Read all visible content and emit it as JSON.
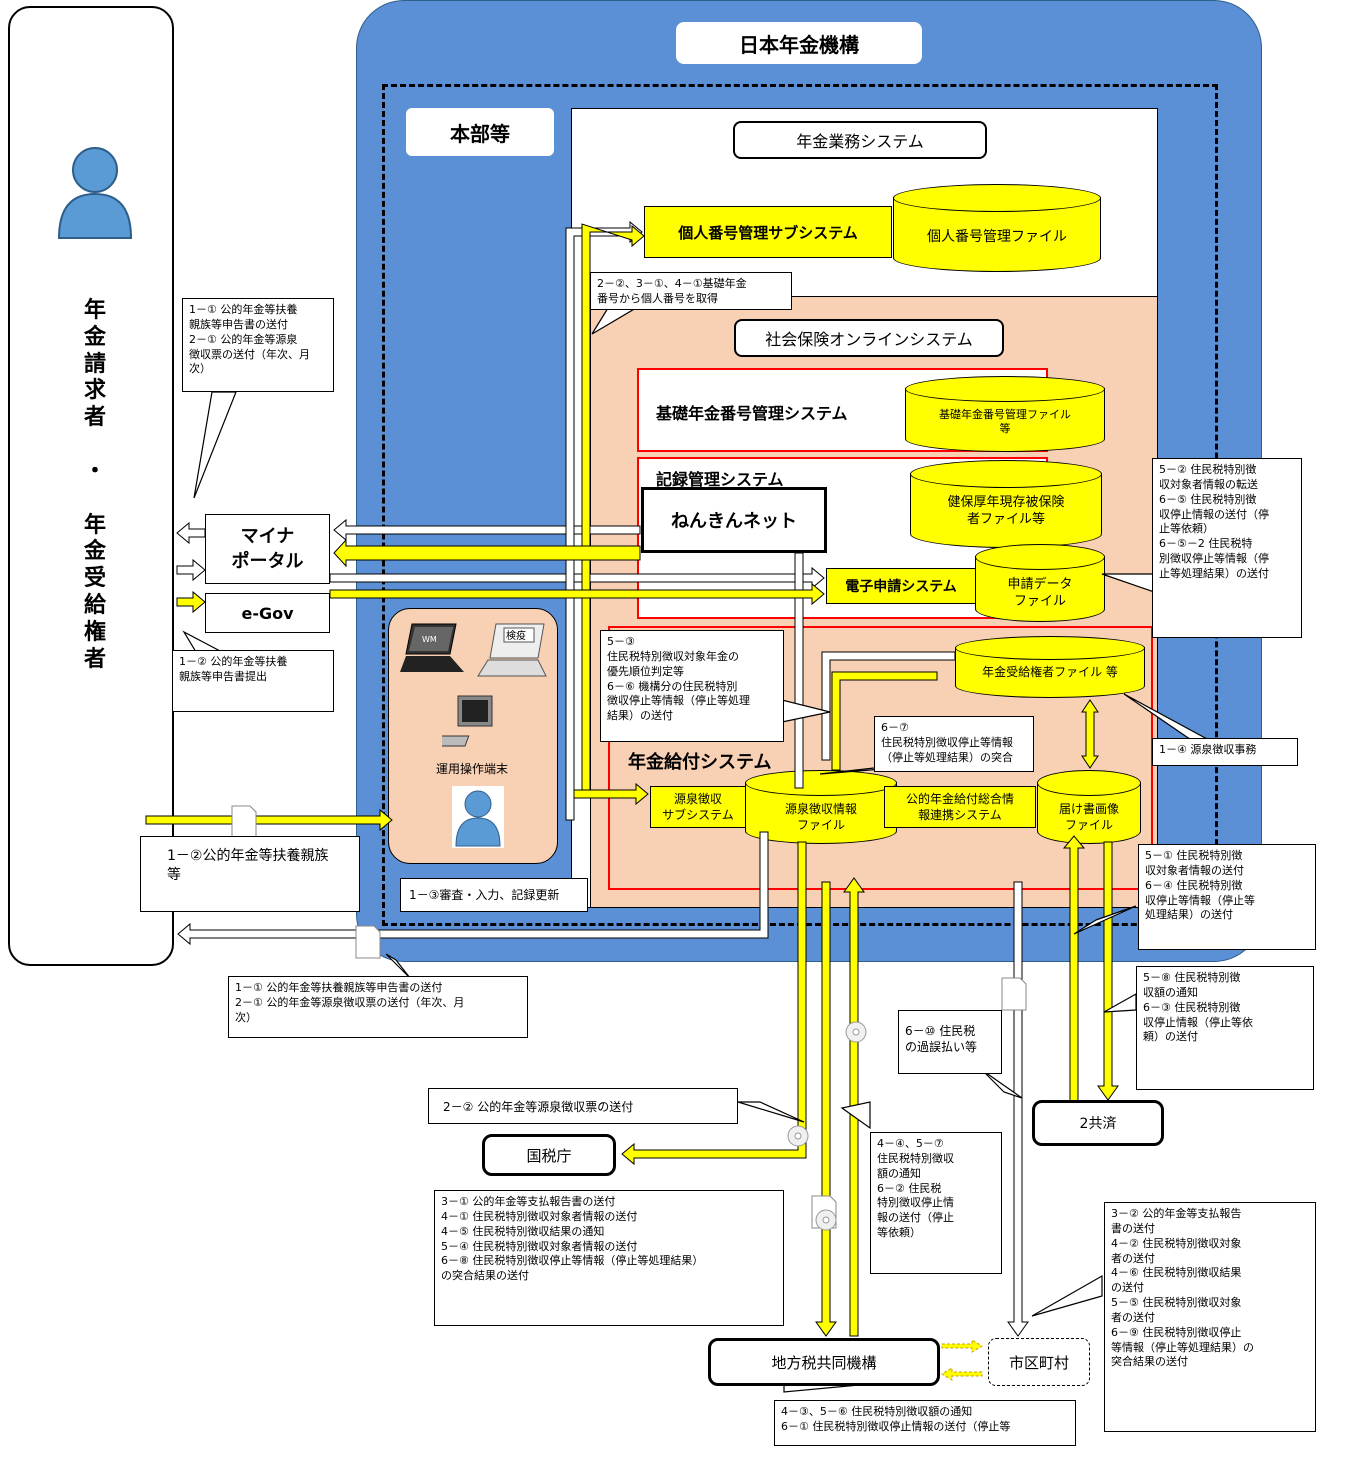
{
  "org": {
    "title": "日本年金機構",
    "honbu": "本部等"
  },
  "left_actor": {
    "label": "年\n金\n請\n求\n者\n\n・\n\n年\n金\n受\n給\n権\n者"
  },
  "systems": {
    "nenkin_gyomu": "年金業務システム",
    "kojin_sub": "個人番号管理サブシステム",
    "kojin_file": "個人番号管理ファイル",
    "shakai_online": "社会保険オンラインシステム",
    "kiso_sys": "基礎年金番号管理システム",
    "kiso_file": "基礎年金番号管理ファイル\n等",
    "kiroku_sys": "記録管理システム",
    "kenpo_file": "健保厚年現存被保険\n者ファイル等",
    "nenkin_net": "ねんきんネット",
    "denshi": "電子申請システム",
    "shinsei_file": "申請データ\nファイル",
    "jukyu_file": "年金受給権者ファイル 等",
    "kyufu_sys": "年金給付システム",
    "gensen_sub": "源泉徴収\nサブシステム",
    "gensen_file": "源泉徴収情報\nファイル",
    "koteki_sys": "公的年金給付総合情\n報連携システム",
    "todoke_file": "届け書画像\nファイル"
  },
  "portals": {
    "myna": "マイナ\nポータル",
    "egov": "e-Gov"
  },
  "terminal": {
    "label": "運用操作端末",
    "laptop1": "WM",
    "laptop2": "検疫"
  },
  "external": {
    "kokuzei": "国税庁",
    "chihou": "地方税共同機構",
    "shiku": "市区町村",
    "kyosai": "2共済"
  },
  "callouts": {
    "c1": "1－① 公的年金等扶養\n親族等申告書の送付\n2－① 公的年金等源泉\n徴収票の送付（年次、月\n次）",
    "c2": "2－②、3－①、4－①基礎年金\n番号から個人番号を取得",
    "c3": "5－② 住民税特別徴\n収対象者情報の転送\n6－⑤ 住民税特別徴\n収停止情報の送付（停\n止等依頼）\n6－⑤－2 住民税特\n別徴収停止等情報（停\n止等処理結果）の送付",
    "c4": "1－② 公的年金等扶養\n親族等申告書提出",
    "c5": "5－③\n住民税特別徴収対象年金の\n優先順位判定等\n6－⑥ 機構分の住民税特別\n徴収停止等情報（停止等処理\n結果）の送付",
    "c6": "6－⑦\n住民税特別徴収停止等情報\n（停止等処理結果）の突合",
    "c7": "1－④ 源泉徴収事務",
    "c8": "1－②公的年金等扶養親族\n等",
    "c9": "1－③審査・入力、記録更新",
    "c10": "5－① 住民税特別徴\n収対象者情報の送付\n6－④ 住民税特別徴\n収停止等情報（停止等\n処理結果）の送付",
    "c11": "1－① 公的年金等扶養親族等申告書の送付\n2－① 公的年金等源泉徴収票の送付（年次、月\n次）",
    "c12": "5－⑧ 住民税特別徴\n収額の通知\n6－③ 住民税特別徴\n収停止情報（停止等依\n頼）の送付",
    "c13": "6－⑩ 住民税\nの過誤払い等",
    "c14": "2－② 公的年金等源泉徴収票の送付",
    "c15": "4－④、5－⑦\n住民税特別徴収\n額の通知\n6－② 住民税\n特別徴収停止情\n報の送付（停止\n等依頼）",
    "c16": "3－① 公的年金等支払報告書の送付\n4－① 住民税特別徴収対象者情報の送付\n4－⑤ 住民税特別徴収結果の通知\n5－④ 住民税特別徴収対象者情報の送付\n6－⑧ 住民税特別徴収停止等情報（停止等処理結果）\nの突合結果の送付",
    "c17": "3－② 公的年金等支払報告\n書の送付\n4－② 住民税特別徴収対象\n者の送付\n4－⑥ 住民税特別徴収結果\nの送付\n5－⑤ 住民税特別徴収対象\n者の送付\n6－⑨ 住民税特別徴収停止\n等情報（停止等処理結果）の\n突合結果の送付",
    "c18": "4－③、5－⑥ 住民税特別徴収額の通知\n6－① 住民税特別徴収停止情報の送付（停止等"
  },
  "colors": {
    "blue": "#5b8fd6",
    "peach": "#f8d0b4",
    "yellow": "#ffff00",
    "red": "#ff0000"
  }
}
